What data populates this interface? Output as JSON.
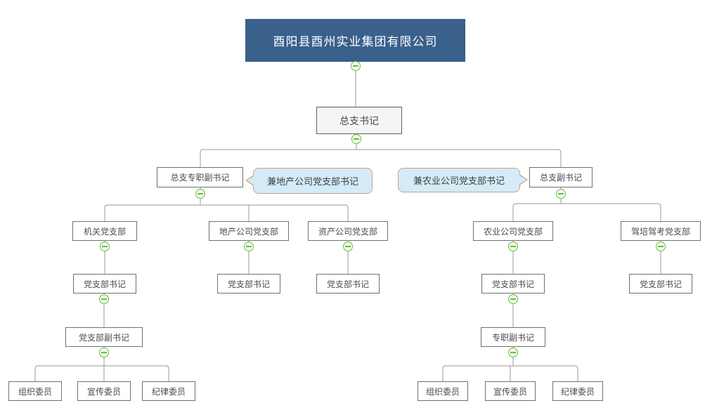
{
  "colors": {
    "root_bg": "#3A608C",
    "root_text": "#FFFFFF",
    "node_bg": "#FFFFFF",
    "node_alt_bg": "#F5F5F5",
    "node_border": "#707070",
    "node_text": "#4A4A4A",
    "line": "#999999",
    "collapse_green": "#67BD42",
    "collapse_bg": "#F2FAED",
    "callout_bg": "#D3ECF8",
    "callout_border": "#C9A282",
    "callout_text": "#404040"
  },
  "nodes": {
    "root": "酉阳县酉州实业集团有限公司",
    "general_secretary": "总支书记",
    "full_time_deputy": "总支专职副书记",
    "deputy": "总支副书记",
    "office_branch": "机关党支部",
    "real_estate_branch": "地产公司党支部",
    "asset_branch": "资产公司党支部",
    "agriculture_branch": "农业公司党支部",
    "driving_branch": "驾培驾考党支部",
    "branch_secretary": "党支部书记",
    "branch_deputy_secretary": "党支部副书记",
    "full_time_deputy_secretary": "专职副书记",
    "org_committee": "组织委员",
    "publicity_committee": "宣传委员",
    "discipline_committee": "纪律委员"
  },
  "callouts": {
    "real_estate": "兼地产公司党支部书记",
    "agriculture": "兼农业公司党支部书记"
  }
}
